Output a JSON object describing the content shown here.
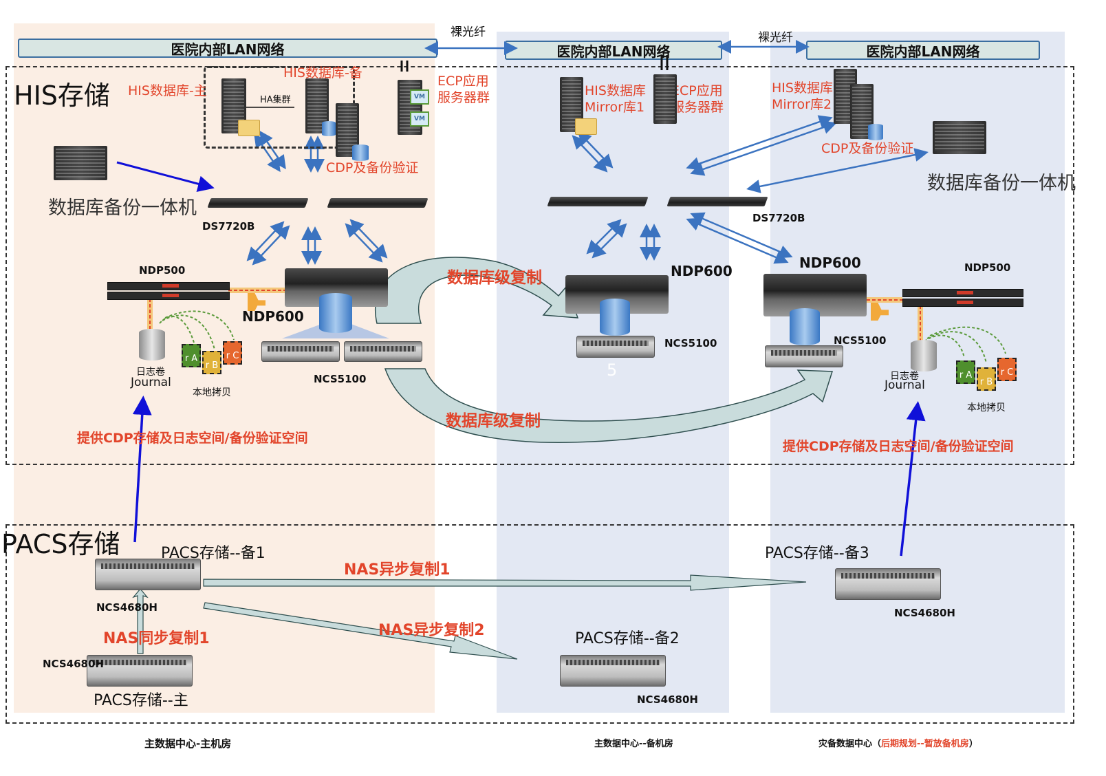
{
  "lan": {
    "bar1": "医院内部LAN网络",
    "bar2": "医院内部LAN网络",
    "bar3": "医院内部LAN网络",
    "fiber1": "裸光纤",
    "fiber2": "裸光纤"
  },
  "his": {
    "title": "HIS存储",
    "db_main": "HIS数据库-主",
    "db_backup": "HIS数据库-备",
    "ha_cluster": "HA集群",
    "ecp_left": "ECP应用\n服务器群",
    "cdp_left": "CDP及备份验证",
    "backup_appliance_left": "数据库备份一体机",
    "switch_left": "DS7720B",
    "ndp500_left": "NDP500",
    "ndp600_left": "NDP600",
    "ncs5100_left": "NCS5100",
    "journal_cn_left": "日志卷",
    "journal_en_left": "Journal",
    "local_copy_left": "本地拷贝",
    "provide_left": "提供CDP存储及日志空间/备份验证空间",
    "mirror1": "HIS数据库\nMirror库1",
    "ecp_mid": "ECP应用\n服务器群",
    "ndp600_mid": "NDP600",
    "ncs5100_mid": "NCS5100",
    "mirror2": "HIS数据库\nMirror库2",
    "cdp_right": "CDP及备份验证",
    "backup_appliance_right": "数据库备份一体机",
    "switch_right": "DS7720B",
    "ndp600_right": "NDP600",
    "ndp500_right": "NDP500",
    "ncs5100_right": "NCS5100",
    "journal_cn_right": "日志卷",
    "journal_en_right": "Journal",
    "local_copy_right": "本地拷贝",
    "provide_right": "提供CDP存储及日志空间/备份验证空间",
    "db_repl_1": "数据库级复制",
    "db_repl_2": "数据库级复制",
    "cube_a": "r A",
    "cube_b": "r B",
    "cube_c": "r C",
    "stray_5": "5"
  },
  "pacs": {
    "title": "PACS存储",
    "backup1": "PACS存储--备1",
    "backup2": "PACS存储--备2",
    "backup3": "PACS存储--备3",
    "primary": "PACS存储--主",
    "model_b1": "NCS4680H",
    "model_primary": "NCS4680H",
    "model_b2": "NCS4680H",
    "model_b3": "NCS4680H",
    "nas_async1": "NAS异步复制1",
    "nas_async2": "NAS异步复制2",
    "nas_sync1": "NAS同步复制1"
  },
  "footer": {
    "main_dc": "主数据中心-主机房",
    "main_dc_backup": "主数据中心--备机房",
    "dr_prefix": "灾备数据中心（",
    "dr_red": "后期规划--暂放备机房",
    "dr_suffix": "）"
  },
  "colors": {
    "zone_left": "#fbeee4",
    "zone_mid": "#e3e8f3",
    "zone_right": "#e3e8f3",
    "accent_red": "#e2452b",
    "arrow_blue": "#3b73c0",
    "arrow_darkblue": "#1010d8",
    "curve_fill": "#c9dcdc"
  }
}
